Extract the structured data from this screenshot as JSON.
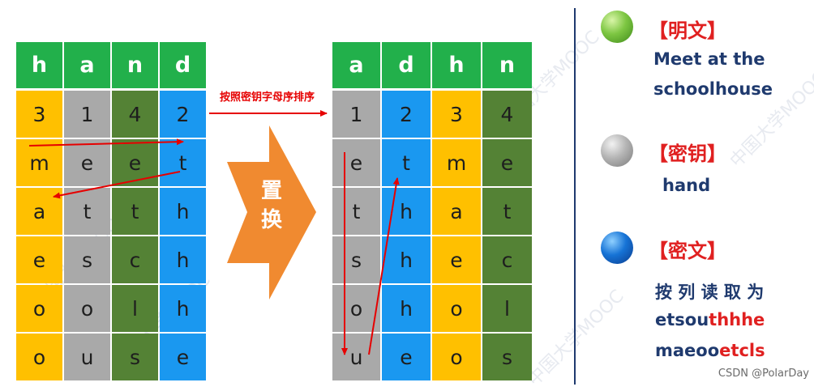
{
  "left_table": {
    "headers": [
      "h",
      "a",
      "n",
      "d"
    ],
    "rows": [
      [
        "3",
        "1",
        "4",
        "2"
      ],
      [
        "m",
        "e",
        "e",
        "t"
      ],
      [
        "a",
        "t",
        "t",
        "h"
      ],
      [
        "e",
        "s",
        "c",
        "h"
      ],
      [
        "o",
        "o",
        "l",
        "h"
      ],
      [
        "o",
        "u",
        "s",
        "e"
      ]
    ],
    "column_colors": [
      "#ffc000",
      "#a9a9a9",
      "#548235",
      "#1a98f0"
    ]
  },
  "right_table": {
    "headers": [
      "a",
      "d",
      "h",
      "n"
    ],
    "rows": [
      [
        "1",
        "2",
        "3",
        "4"
      ],
      [
        "e",
        "t",
        "m",
        "e"
      ],
      [
        "t",
        "h",
        "a",
        "t"
      ],
      [
        "s",
        "h",
        "e",
        "c"
      ],
      [
        "o",
        "h",
        "o",
        "l"
      ],
      [
        "u",
        "e",
        "o",
        "s"
      ]
    ],
    "column_colors": [
      "#a9a9a9",
      "#1a98f0",
      "#ffc000",
      "#548235"
    ]
  },
  "sort_label": "按照密钥字母序排序",
  "transpose_label_1": "置",
  "transpose_label_2": "换",
  "plaintext": {
    "title": "【明文】",
    "line1": "Meet at the",
    "line2": "schoolhouse"
  },
  "key": {
    "title": "【密钥】",
    "value": "hand"
  },
  "ciphertext": {
    "title": "【密文】",
    "instruction": "按 列 读 取 为",
    "line1_normal": "etsou",
    "line1_red": "thhhe",
    "line2_normal": "maeoo",
    "line2_red": "etcls"
  },
  "watermark_text": "中国大学MOOC",
  "credit": "CSDN @PolarDay",
  "colors": {
    "header_green": "#22b04b",
    "accent_red": "#e02020",
    "navy": "#1f3a6e",
    "arrow_orange": "#f08a30",
    "arrow_line_red": "#e60000"
  }
}
